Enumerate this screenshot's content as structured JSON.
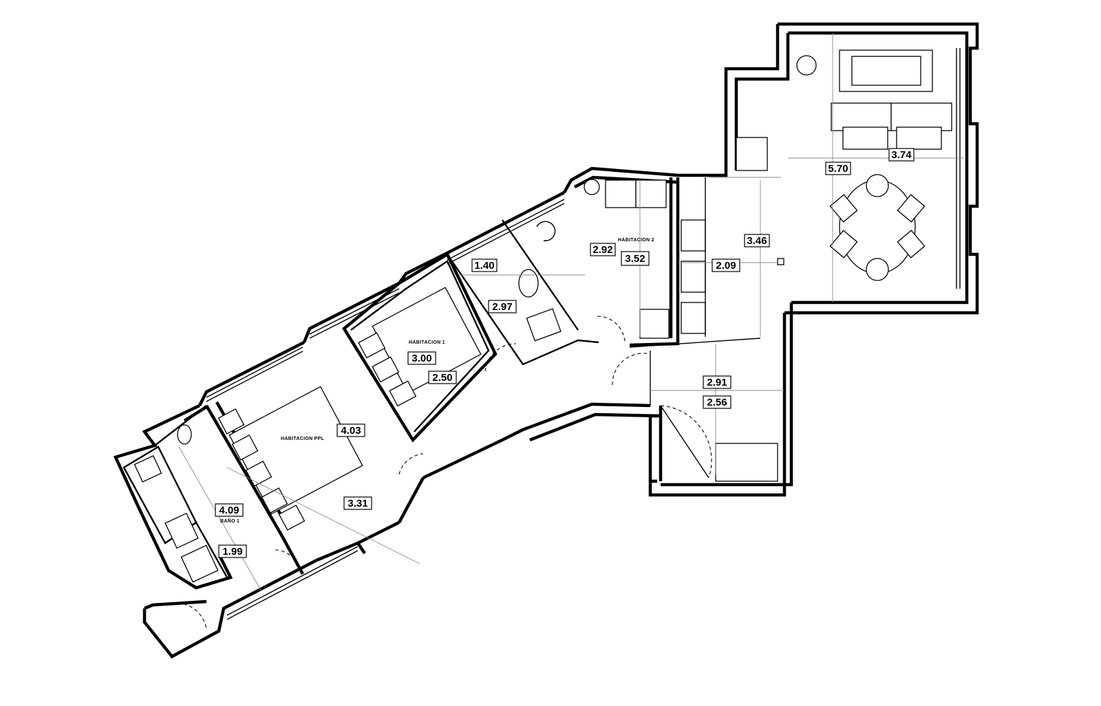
{
  "rooms": {
    "habitacion_ppl": "HABITACION PPL",
    "habitacion_1": "HABITACION 1",
    "habitacion_2": "HABITACION 2",
    "bano_1": "BAÑO 1"
  },
  "dimensions": {
    "living_width": "3.74",
    "living_length": "5.70",
    "hall_length": "3.46",
    "kitchen_width": "2.09",
    "hab2_length": "3.52",
    "hab2_width": "2.92",
    "bath2_width": "1.40",
    "bath2_length": "2.97",
    "hab1_length": "3.00",
    "hab1_width": "2.50",
    "entry_width": "2.91",
    "entry_length": "2.56",
    "hab_ppl_width": "4.03",
    "hab_ppl_length": "3.31",
    "bano1_length": "4.09",
    "bano1_width": "1.99"
  }
}
